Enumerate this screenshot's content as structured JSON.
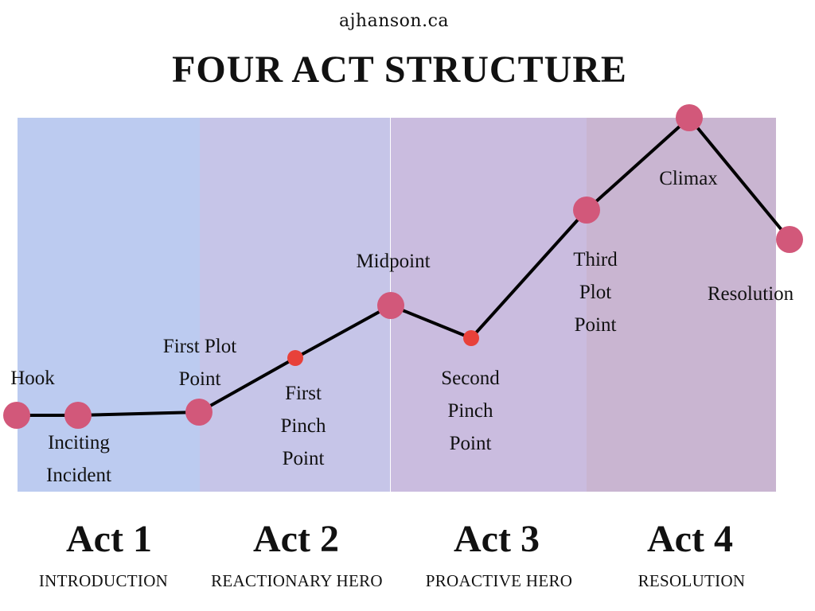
{
  "header": {
    "site": "ajhanson.ca",
    "title": "FOUR ACT STRUCTURE"
  },
  "colors": {
    "act1_band": "#bccbf0",
    "act2_band": "#c6c5e8",
    "act3_band": "#cabcdf",
    "act4_band": "#c9b5d1",
    "line": "#000000",
    "major_point": "#d2587a",
    "minor_point": "#e8413a"
  },
  "points": [
    {
      "label": "Hook",
      "size": "major"
    },
    {
      "label": "Inciting\nIncident",
      "size": "major"
    },
    {
      "label": "First Plot\nPoint",
      "size": "major"
    },
    {
      "label": "First\nPinch\nPoint",
      "size": "minor"
    },
    {
      "label": "Midpoint",
      "size": "major"
    },
    {
      "label": "Second\nPinch\nPoint",
      "size": "minor"
    },
    {
      "label": "Third\nPlot\nPoint",
      "size": "major"
    },
    {
      "label": "Climax",
      "size": "major"
    },
    {
      "label": "Resolution",
      "size": "major"
    }
  ],
  "acts": [
    {
      "name": "Act 1",
      "subtitle": "INTRODUCTION"
    },
    {
      "name": "Act 2",
      "subtitle": "REACTIONARY HERO"
    },
    {
      "name": "Act 3",
      "subtitle": "PROACTIVE HERO"
    },
    {
      "name": "Act 4",
      "subtitle": "RESOLUTION"
    }
  ]
}
